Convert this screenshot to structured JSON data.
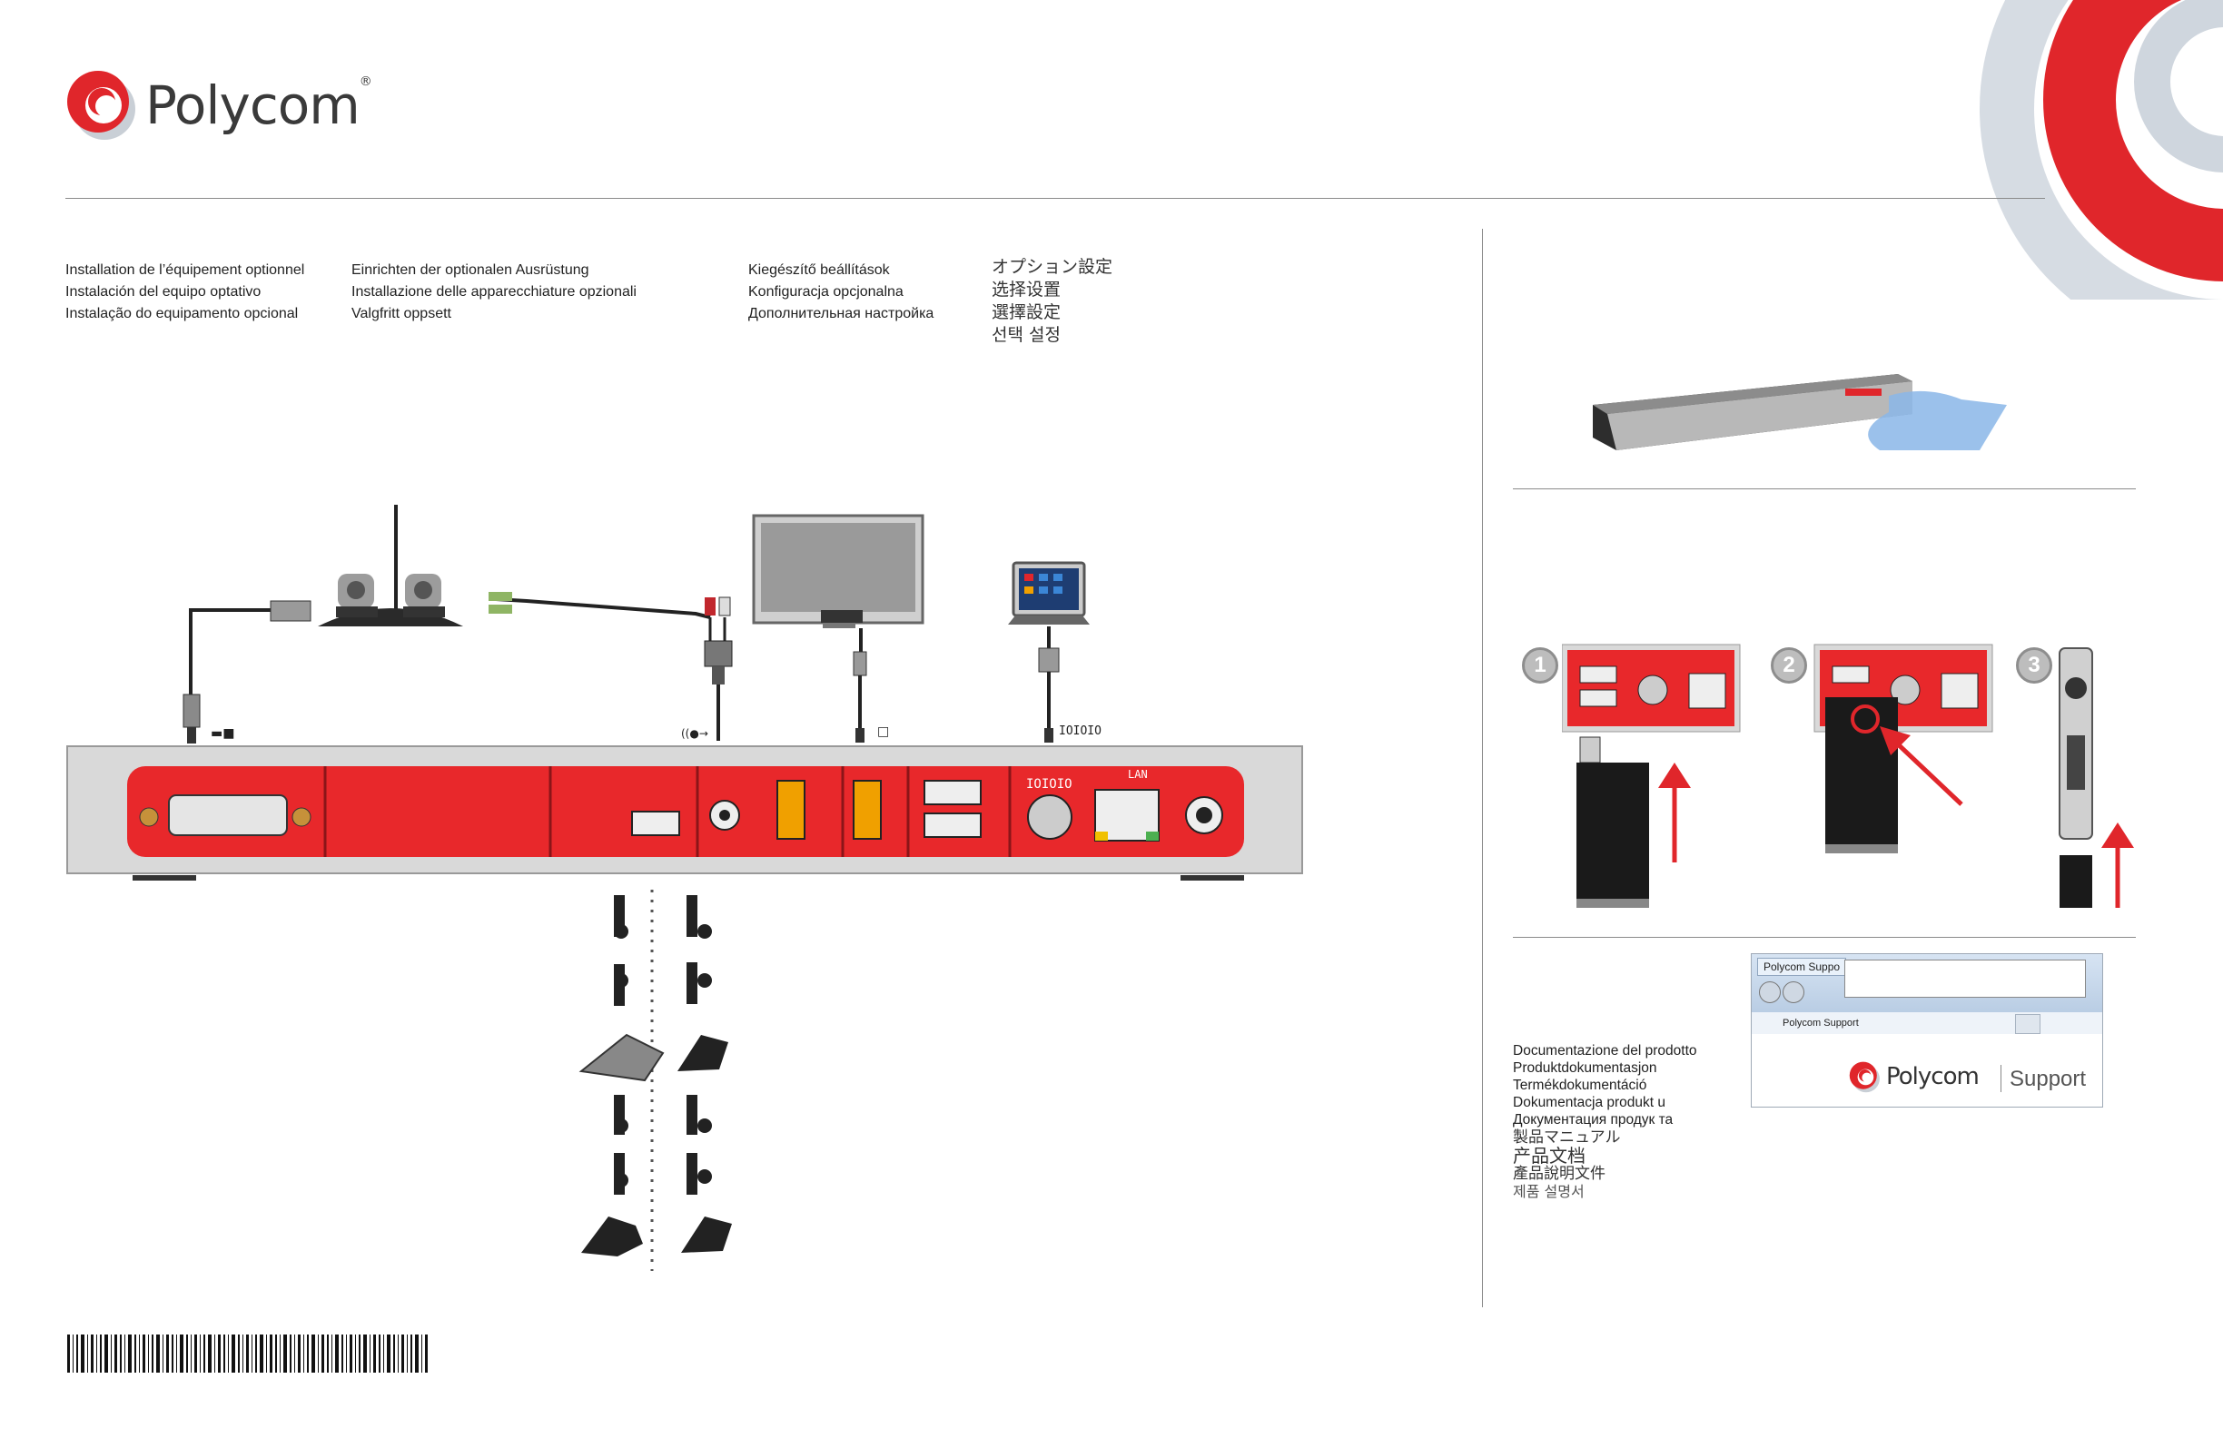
{
  "brand": {
    "logo_text": "Polycom",
    "logo_mark": "®"
  },
  "columns": {
    "col1": [
      "Installation de l’équipement optionnel",
      "Instalación del equipo optativo",
      "Instalação do equipamento opcional"
    ],
    "col2": [
      "Einrichten der optionalen Ausrüstung",
      "Installazione delle apparecchiature opzionali",
      "Valgfritt oppsett"
    ],
    "col3": [
      "Kiegészítő beállítások",
      "Konfiguracja opcjonalna",
      "Дополнительная настройка"
    ],
    "col4": [
      "オプション設定",
      "选择设置",
      "選擇設定",
      "선택 설정"
    ]
  },
  "ports": {
    "serial_label": "IOIOIO",
    "lan_label": "LAN"
  },
  "steps": {
    "one": "1",
    "two": "2",
    "three": "3"
  },
  "documentation": {
    "lines": [
      "Documentazione del prodotto",
      "Produktdokumentasjon",
      "Termékdokumentáció",
      "Dokumentacja produkt u",
      "Документация продук та"
    ],
    "cjk_lines": [
      "製品マニュアル",
      "产品文档",
      "產品說明文件",
      "제품 설명서"
    ]
  },
  "browser": {
    "tab_title": "Polycom Suppo",
    "favorite_label": "Polycom Support",
    "site_brand": "Polycom",
    "site_section": "Support"
  },
  "colors": {
    "brand_red": "#e8282b",
    "panel_gray": "#d9d9d9",
    "logo_red": "#d6222a"
  }
}
